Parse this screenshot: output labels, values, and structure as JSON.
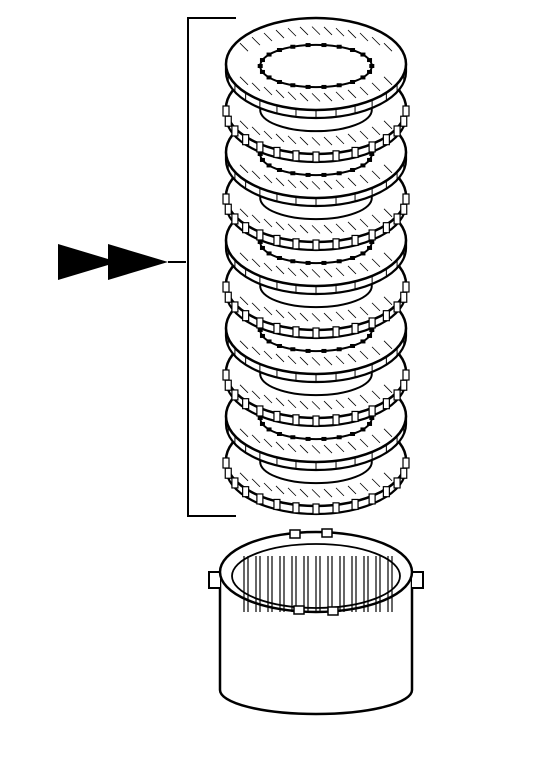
{
  "diagram": {
    "kind": "exploded clutch pack illustration",
    "pointer_icon": "double-arrow-icon",
    "plate_stack": {
      "total_plates": 10,
      "order_top_to_bottom": [
        "steel",
        "friction",
        "steel",
        "friction",
        "steel",
        "friction",
        "steel",
        "friction",
        "steel",
        "friction"
      ]
    },
    "housing_icon": "clutch-drum-icon",
    "colors": {
      "ink": "#000000",
      "paper": "#ffffff"
    }
  }
}
